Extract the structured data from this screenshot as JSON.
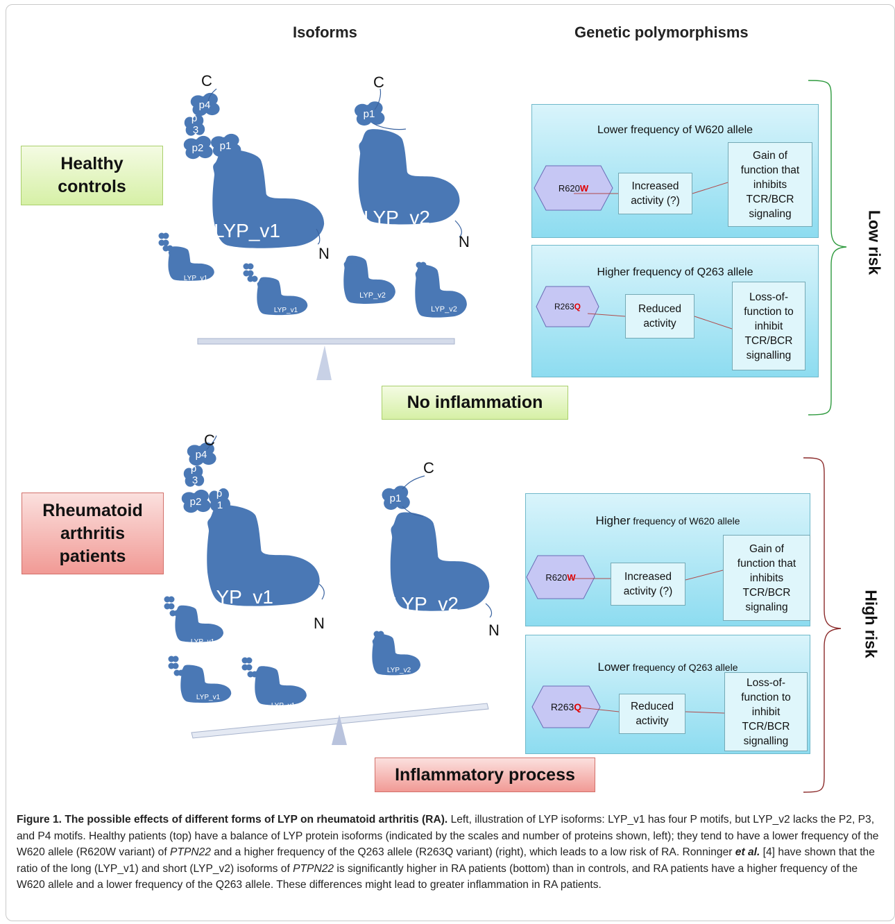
{
  "headers": {
    "isoforms": "Isoforms",
    "genetic": "Genetic polymorphisms"
  },
  "groups": {
    "healthy": "Healthy controls",
    "ra": "Rheumatoid arthritis patients",
    "no_inflammation": "No inflammation",
    "inflammatory": "Inflammatory process"
  },
  "risk": {
    "low": "Low risk",
    "high": "High risk"
  },
  "protein_labels": {
    "v1": "LYP_v1",
    "v2": "LYP_v2",
    "c": "C",
    "n": "N",
    "p1": "p1",
    "p2": "p2",
    "p3a": "p",
    "p3b": "3",
    "p4": "p4",
    "p1a": "p",
    "p1b": "1"
  },
  "low_panels": [
    {
      "title": "Lower frequency of W620  allele",
      "variant_prefix": "R620",
      "variant_aa": "W",
      "mid": "Increased activity (?)",
      "right": "Gain of function that inhibits TCR/BCR signaling"
    },
    {
      "title": "Higher frequency of Q263 allele",
      "variant_prefix": "R263",
      "variant_aa": "Q",
      "mid": "Reduced activity",
      "right": "Loss-of-function to inhibit TCR/BCR signalling"
    }
  ],
  "high_panels": [
    {
      "title_big": "Higher",
      "title_rest": " frequency of W620  allele",
      "variant_prefix": "R620",
      "variant_aa": "W",
      "mid": "Increased activity (?)",
      "right": "Gain of function that inhibits TCR/BCR signaling"
    },
    {
      "title_big": "Lower",
      "title_rest": " frequency of Q263 allele",
      "variant_prefix": "R263",
      "variant_aa": "Q",
      "mid": "Reduced activity",
      "right": "Loss-of-function to inhibit TCR/BCR signalling"
    }
  ],
  "colors": {
    "protein": "#4a78b5",
    "green_box": "#d6f0a6",
    "red_box": "#f19a95",
    "panel": "#8ddcf0",
    "accent_red": "#e00000",
    "bracket_green": "#2e9a3e",
    "bracket_red": "#8b2a2a"
  },
  "caption": {
    "title": "Figure 1. The possible effects of different forms of LYP on rheumatoid arthritis (RA).",
    "t1": " Left, illustration of LYP isoforms: LYP_v1 has four P motifs, but LYP_v2 lacks the P2, P3, and P4 motifs. Healthy patients (top) have a balance of LYP protein isoforms (indicated by the scales and number of proteins shown, left); they tend to have a lower frequency of the W620 allele (R620W variant) of ",
    "gene1": "PTPN22",
    "t2": " and a higher frequency of the Q263 allele (R263Q variant) (right), which leads to a low risk of RA. Ronninger ",
    "etal": "et al.",
    "t3": " [4] have shown that the ratio of the long (LYP_v1) and short (LYP_v2) isoforms of ",
    "gene2": "PTPN22",
    "t4": " is significantly higher in RA patients (bottom) than in controls, and RA patients have a higher frequency of the W620 allele and a lower frequency of the Q263 allele. These differences might lead to greater inflammation in RA patients."
  }
}
